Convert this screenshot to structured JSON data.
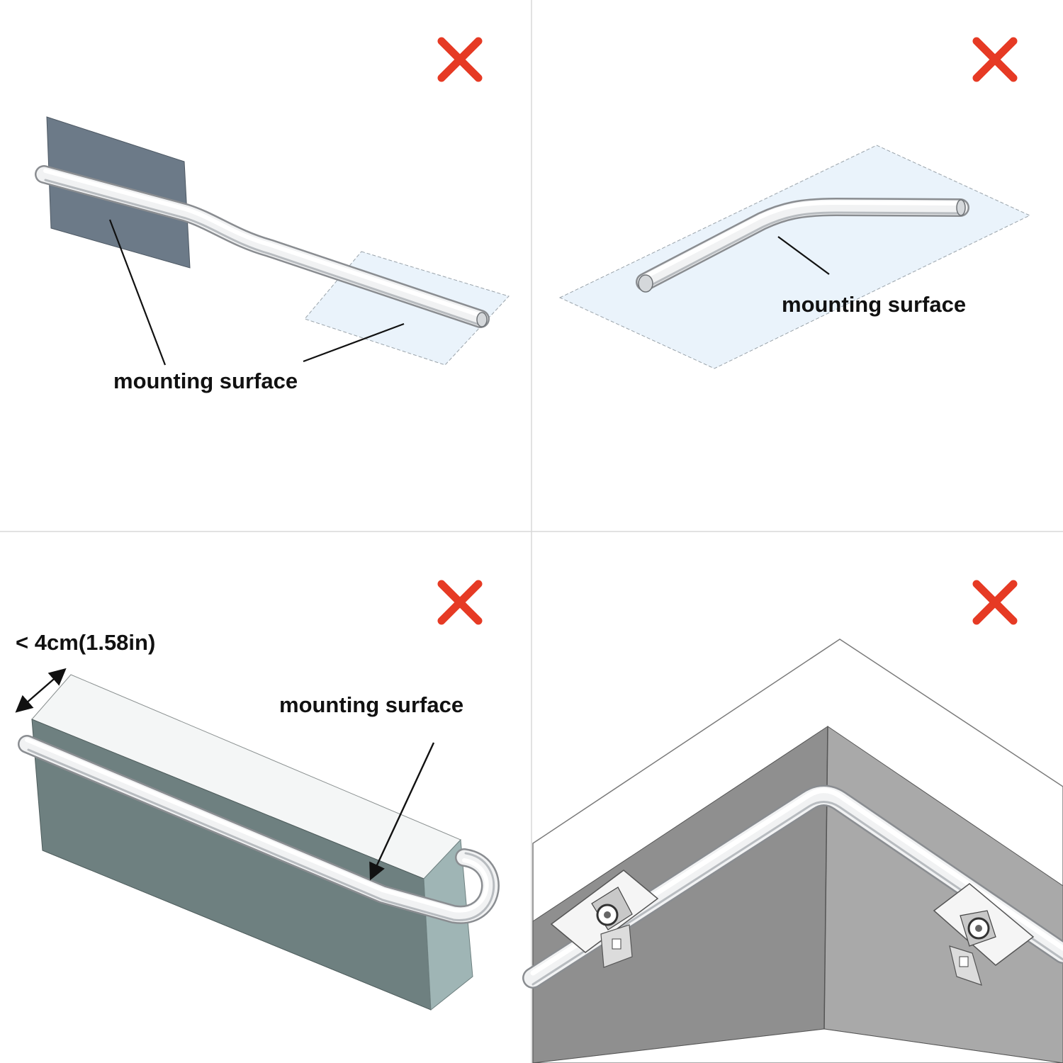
{
  "colors": {
    "cross": "#e63a24",
    "wall_dark": "#6c7a88",
    "glass": "#eaf3fb",
    "glass_edge": "#9aa3aa",
    "block_side": "#6e8080",
    "block_end": "#9fb5b5",
    "block_top": "#f4f6f6",
    "ceiling_gray": "#8f8f8f",
    "ceiling_gray_light": "#a9a9a9"
  },
  "panels": [
    {
      "mark": "cross-icon",
      "labels": [
        "mounting surface"
      ]
    },
    {
      "mark": "cross-icon",
      "labels": [
        "mounting surface"
      ]
    },
    {
      "mark": "cross-icon",
      "labels": [
        "mounting surface",
        "< 4cm(1.58in)"
      ]
    },
    {
      "mark": "cross-icon",
      "labels": []
    }
  ]
}
